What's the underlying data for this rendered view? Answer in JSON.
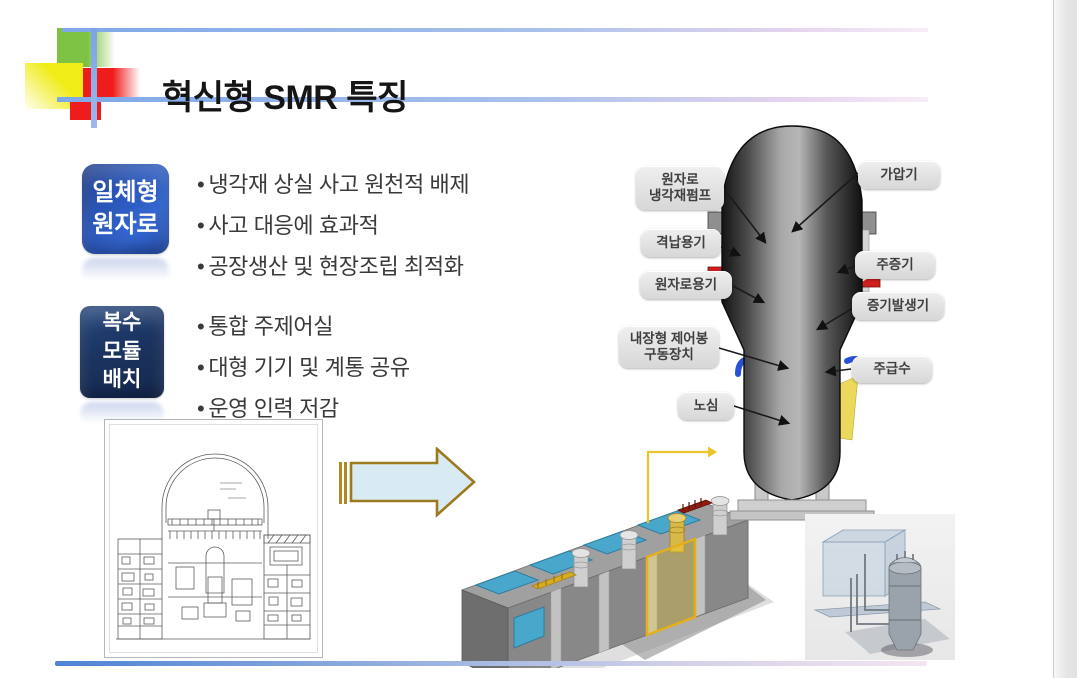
{
  "slide": {
    "title": "혁신형 SMR 특징"
  },
  "ui": {
    "bullet": "•"
  },
  "features": [
    {
      "badge_lines": [
        "일체형",
        "원자로"
      ],
      "bullets": [
        "냉각재 상실 사고 원천적 배제",
        "사고 대응에 효과적",
        "공장생산 및 현장조립 최적화"
      ]
    },
    {
      "badge_lines": [
        "복수",
        "모듈",
        "배치"
      ],
      "bullets": [
        "통합 주제어실",
        "대형 기기 및 계통 공유",
        "운영 인력 저감"
      ]
    }
  ],
  "reactor_diagram": {
    "labels": {
      "coolant_pump": [
        "원자로",
        "냉각재펌프"
      ],
      "containment": [
        "격납용기"
      ],
      "reactor_vessel": [
        "원자로용기"
      ],
      "crdm": [
        "내장형 제어봉",
        "구동장치"
      ],
      "core": [
        "노심"
      ],
      "pressurizer": [
        "가압기"
      ],
      "main_steam": [
        "주증기"
      ],
      "steam_generator": [
        "증기발생기"
      ],
      "feedwater": [
        "주급수"
      ]
    }
  },
  "colors": {
    "deco_green": "#7dc242",
    "deco_yellow": "#f0ec17",
    "deco_red": "#ee1c1c",
    "line_blue": "#7ea8e8",
    "badge_blue": "#2c5cc0",
    "badge_navy": "#16294d",
    "arrow_fill": "#d8eaf2",
    "arrow_stroke": "#9c7a1e",
    "module_highlight": "#e5af1c",
    "pool_blue": "#49a7cb"
  }
}
